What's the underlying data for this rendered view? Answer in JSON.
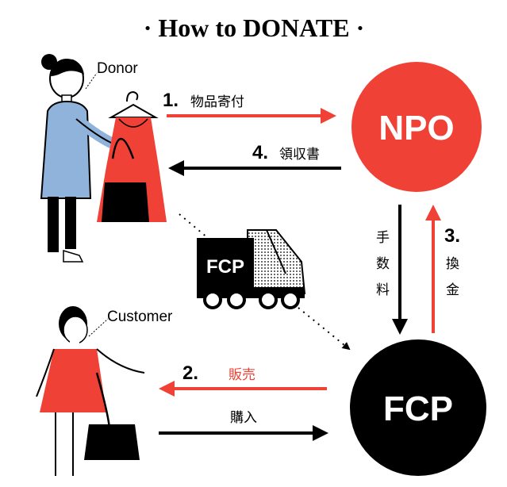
{
  "title": "· How to DONATE ·",
  "donor": {
    "label": "Donor"
  },
  "customer": {
    "label": "Customer"
  },
  "npo": {
    "label": "NPO"
  },
  "fcp": {
    "label": "FCP"
  },
  "truck": {
    "label": "FCP"
  },
  "steps": {
    "s1": {
      "num": "1.",
      "text": "物品寄付"
    },
    "s4": {
      "num": "4.",
      "text": "領収書"
    },
    "s2": {
      "num": "2.",
      "text": "販売"
    },
    "purchase": {
      "text": "購入"
    },
    "fee": {
      "chars": [
        "手",
        "数",
        "料"
      ]
    },
    "s3": {
      "num": "3.",
      "chars": [
        "換",
        "金"
      ]
    }
  },
  "colors": {
    "red": "#ef4135",
    "black": "#000000",
    "blue": "#8fb3db",
    "skin": "#ffffff"
  }
}
